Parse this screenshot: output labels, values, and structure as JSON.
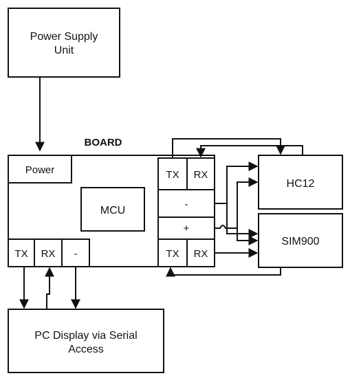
{
  "diagram": {
    "power_supply": [
      "Power Supply",
      "Unit"
    ],
    "board_title": "BOARD",
    "power_block": "Power",
    "mcu": "MCU",
    "board_ports_left": {
      "tx": "TX",
      "rx": "RX",
      "minus": "-"
    },
    "board_ports_right": {
      "tx_top": "TX",
      "rx_top": "RX",
      "minus": "-",
      "plus": "+",
      "tx_bottom": "TX",
      "rx_bottom": "RX"
    },
    "hc12": "HC12",
    "sim900": "SIM900",
    "pc_display": [
      "PC Display via Serial",
      "Access"
    ]
  }
}
